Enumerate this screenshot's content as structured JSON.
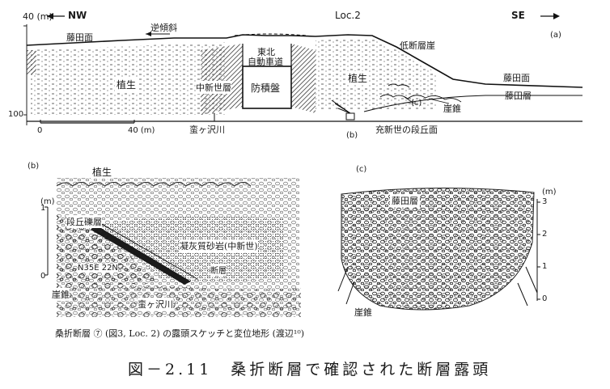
{
  "panel_a": {
    "tag": "(a)",
    "scale_top": "40 (m)",
    "scale_bottom": "100",
    "dir_left": "NW",
    "dir_right": "SE",
    "loc": "Loc.2",
    "labels": {
      "fujita_surface_left": "藤田面",
      "reverse_slope": "逆傾斜",
      "tohoku_1": "東北",
      "tohoku_2": "自動車道",
      "low_scarp": "低断層崖",
      "vegetation_left": "植生",
      "miocene": "中新世層",
      "embankment": "防積盤",
      "vegetation_right": "植生",
      "fujita_surface_right": "藤田面",
      "fujita_layer": "藤田層",
      "talus": "崖錐",
      "c_mark": "(c)",
      "b_mark": "(b)",
      "river": "蛮ヶ沢川",
      "terrace": "充新世の段丘面"
    },
    "scale_bar": {
      "start": "0",
      "end": "40 (m)"
    }
  },
  "panel_b": {
    "tag": "(b)",
    "vegetation": "植生",
    "gravel": "段丘礫層",
    "tuff": "凝灰質砂岩(中新世)",
    "strike": "N35E 22N",
    "fault_note": "断層",
    "talus": "崖錐",
    "river": "蛮ヶ沢川",
    "unit": "(m)",
    "tick_1": "1",
    "tick_0": "0"
  },
  "panel_c": {
    "tag": "(c)",
    "fujita_layer": "藤田層",
    "talus": "崖錐",
    "unit": "(m)",
    "tick_3": "3",
    "tick_2": "2",
    "tick_1": "1",
    "tick_0": "0"
  },
  "caption_small": "桑折断層 ⑦ (図3, Loc. 2) の露頭スケッチと変位地形 (渡辺¹⁰)",
  "caption_main": "図－2.11　桑折断層で確認された断層露頭"
}
